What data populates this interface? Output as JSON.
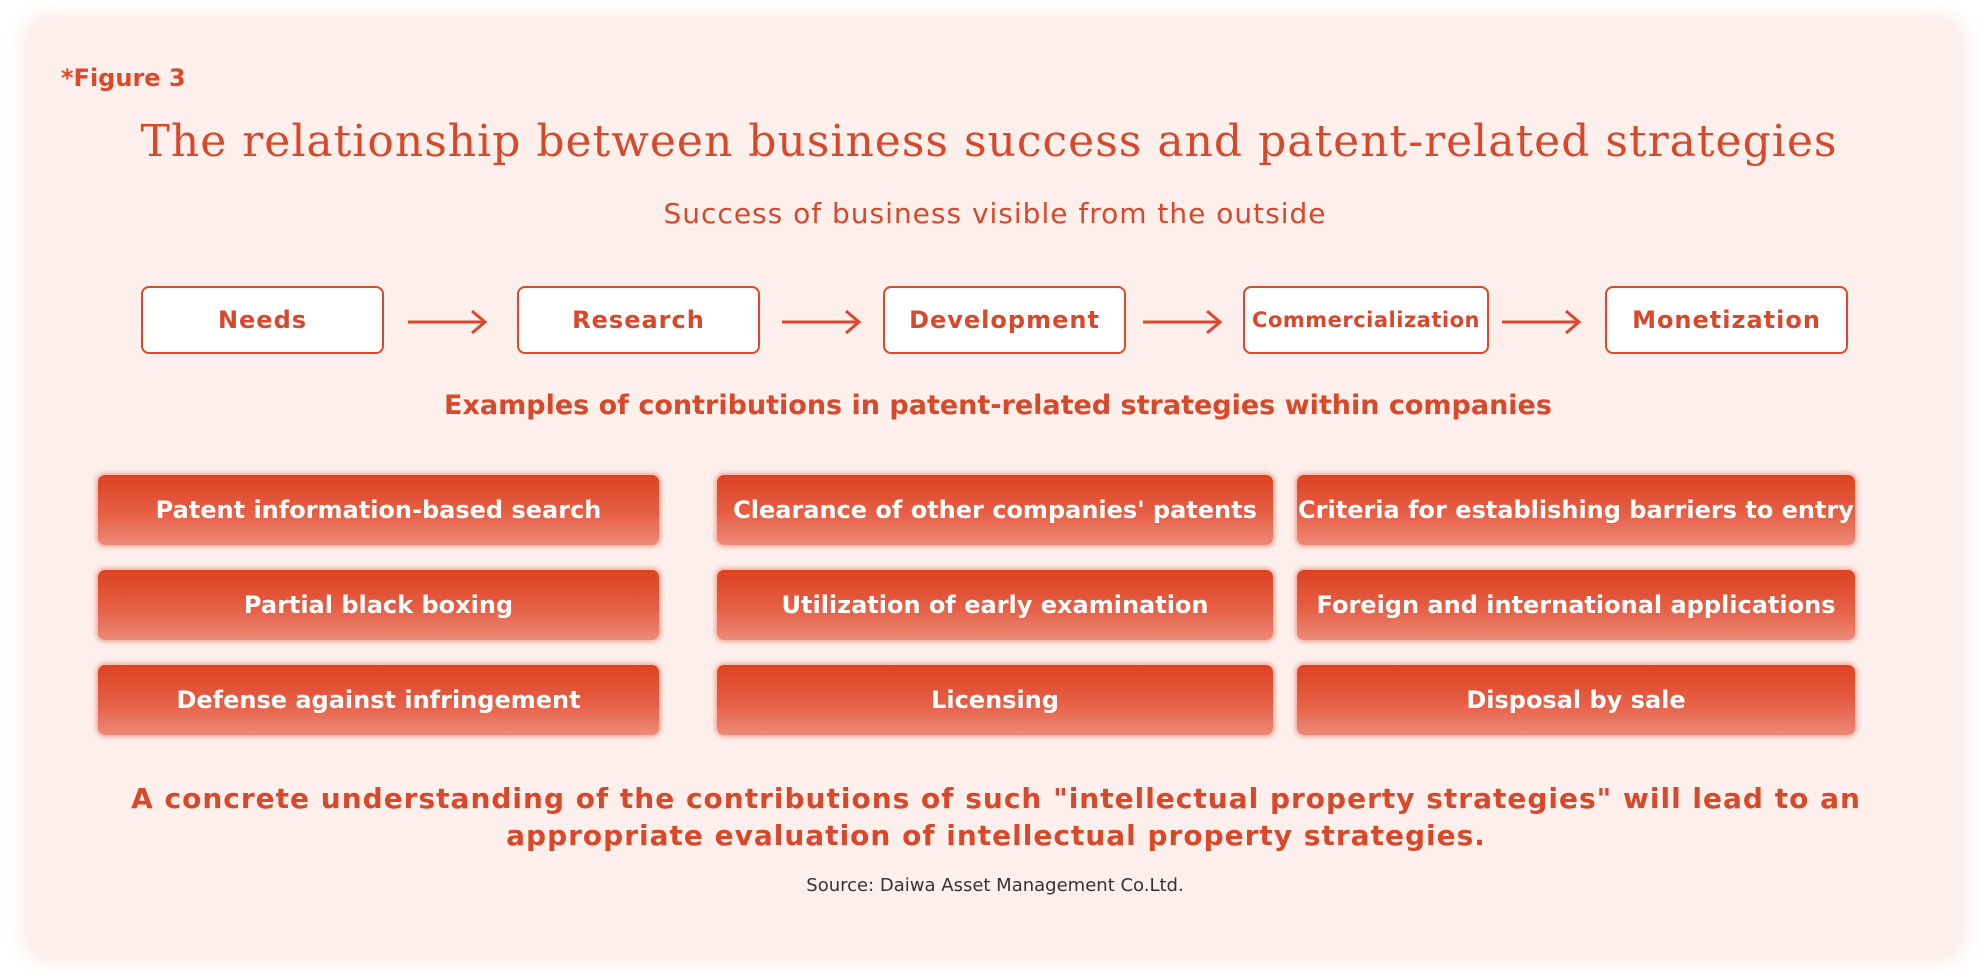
{
  "figure_label": "*Figure 3",
  "title": "The relationship between business success and patent-related strategies",
  "subtitle": "Success of business visible from the outside",
  "process_steps": [
    {
      "label": "Needs"
    },
    {
      "label": "Research"
    },
    {
      "label": "Development"
    },
    {
      "label": "Commercialization"
    },
    {
      "label": "Monetization"
    }
  ],
  "examples_heading": "Examples of contributions in patent-related strategies within companies",
  "examples": [
    {
      "label": "Patent information-based search"
    },
    {
      "label": "Clearance of other companies' patents"
    },
    {
      "label": "Criteria for establishing barriers to entry"
    },
    {
      "label": "Partial black boxing"
    },
    {
      "label": "Utilization of early examination"
    },
    {
      "label": "Foreign and international applications"
    },
    {
      "label": "Defense against infringement"
    },
    {
      "label": "Licensing"
    },
    {
      "label": "Disposal by sale"
    }
  ],
  "conclusion": "A concrete understanding of the contributions of such \"intellectual property strategies\" will lead to an appropriate evaluation of intellectual property strategies.",
  "source": "Source: Daiwa Asset Management Co.Ltd.",
  "colors": {
    "accent": "#d8482a",
    "background": "#fdf0ec",
    "tile_top": "#dc4222",
    "tile_bottom": "#ec8a78"
  }
}
